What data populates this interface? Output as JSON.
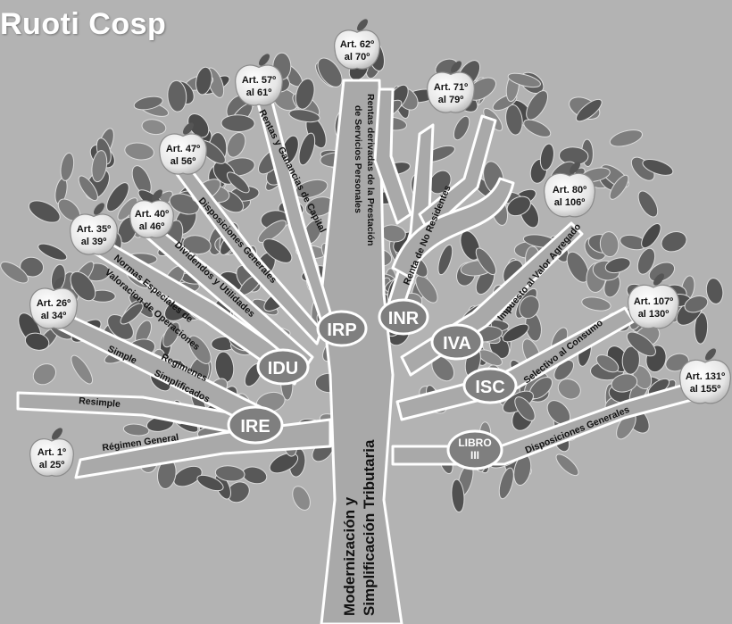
{
  "title": "Ruoti Cosp",
  "trunk": {
    "line1": "Modernización y",
    "line2": "Simplificación Tributaria"
  },
  "nodes": {
    "irp": "IRP",
    "inr": "INR",
    "iva": "IVA",
    "isc": "ISC",
    "idu": "IDU",
    "ire": "IRE",
    "libro3_line1": "LIBRO",
    "libro3_line2": "III"
  },
  "apples": {
    "a1": {
      "l1": "Art. 1º",
      "l2": "al 25º"
    },
    "a26": {
      "l1": "Art. 26º",
      "l2": "al 34º"
    },
    "a35": {
      "l1": "Art. 35º",
      "l2": "al 39º"
    },
    "a40": {
      "l1": "Art. 40º",
      "l2": "al 46º"
    },
    "a47": {
      "l1": "Art. 47º",
      "l2": "al 56º"
    },
    "a57": {
      "l1": "Art. 57º",
      "l2": "al 61º"
    },
    "a62": {
      "l1": "Art. 62º",
      "l2": "al 70º"
    },
    "a71": {
      "l1": "Art. 71º",
      "l2": "al 79º"
    },
    "a80": {
      "l1": "Art. 80º",
      "l2": "al 106º"
    },
    "a107": {
      "l1": "Art. 107º",
      "l2": "al 130º"
    },
    "a131": {
      "l1": "Art. 131º",
      "l2": "al 155º"
    }
  },
  "branches": {
    "regimen_general": "Régimen General",
    "resimple": "Resimple",
    "simple": "Simple",
    "regimenes_1": "Regimenes",
    "regimenes_2": "Simplificados",
    "normas_1": "Normas Especiales de",
    "normas_2": "Valoracion de Operaciones",
    "dividendos": "Dividendos y Utilidades",
    "disposiciones_idu": "Disposiciones Generales",
    "rentas_capital": "Rentas y Ganancias de Capital",
    "servicios_1": "Rentas derivadas de la Prestación",
    "servicios_2": "de Servicios Personales",
    "no_residentes": "Renta de No Residentes",
    "iva": "Impuesto al Valor Agregado",
    "isc": "Selectivo al Consumo",
    "libro3": "Disposiciones Generales"
  }
}
